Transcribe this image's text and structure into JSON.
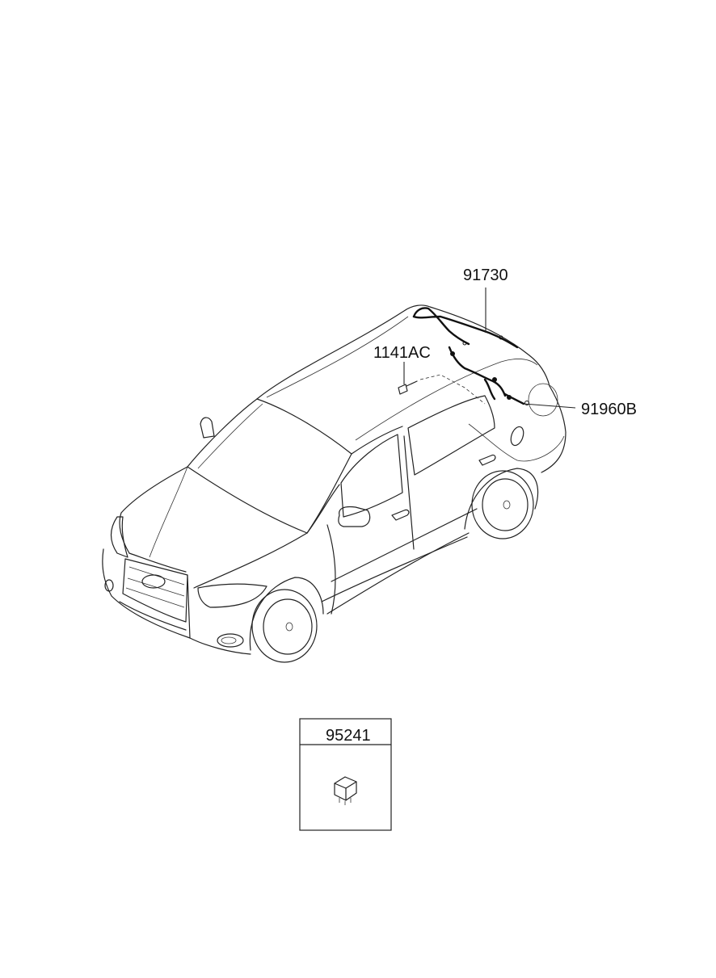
{
  "callouts": {
    "part_91730": "91730",
    "part_1141AC": "1141AC",
    "part_91960B": "91960B"
  },
  "part_box": {
    "label": "95241"
  },
  "colors": {
    "line": "#222222",
    "background": "#ffffff"
  },
  "icons": [
    "vehicle-illustration",
    "roof-wire-harness",
    "bolt-fastener",
    "relay-component"
  ]
}
